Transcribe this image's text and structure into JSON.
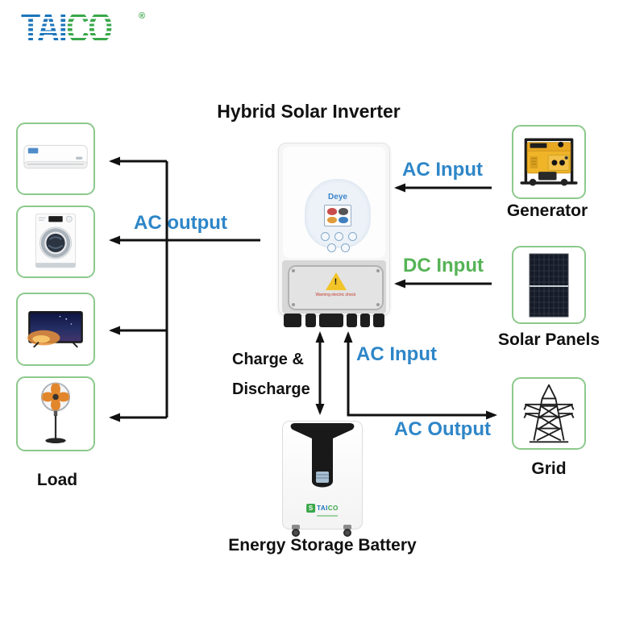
{
  "colors": {
    "blue": "#2e86c8",
    "green": "#56b356",
    "blue-logo": "#1b75bb",
    "green-logo": "#3aa74a",
    "box-border": "#8cc98c",
    "line": "#111111",
    "yellow": "#f2c428"
  },
  "logo": {
    "tai": "TAI",
    "co": "CO",
    "reg": "®"
  },
  "header": {
    "title": "Hybrid Solar Inverter"
  },
  "inverter": {
    "brand": "Deye",
    "warning": "Warning electric shock"
  },
  "load_section": {
    "label": "Load",
    "items": [
      {
        "icon": "air-conditioner-icon"
      },
      {
        "icon": "washing-machine-icon"
      },
      {
        "icon": "tv-icon"
      },
      {
        "icon": "pedestal-fan-icon"
      }
    ]
  },
  "right_section": {
    "generator_label": "Generator",
    "solar_label": "Solar Panels",
    "grid_label": "Grid"
  },
  "battery_section": {
    "label": "Energy Storage Battery",
    "brand_s": "S",
    "brand_tai": "TAI",
    "brand_co": "CO"
  },
  "flows": {
    "ac_output_load": "AC output",
    "ac_input_generator": "AC Input",
    "dc_input_solar": "DC Input",
    "charge_line1": "Charge &",
    "charge_line2": "Discharge",
    "ac_input_grid": "AC Input",
    "ac_output_grid": "AC Output"
  }
}
